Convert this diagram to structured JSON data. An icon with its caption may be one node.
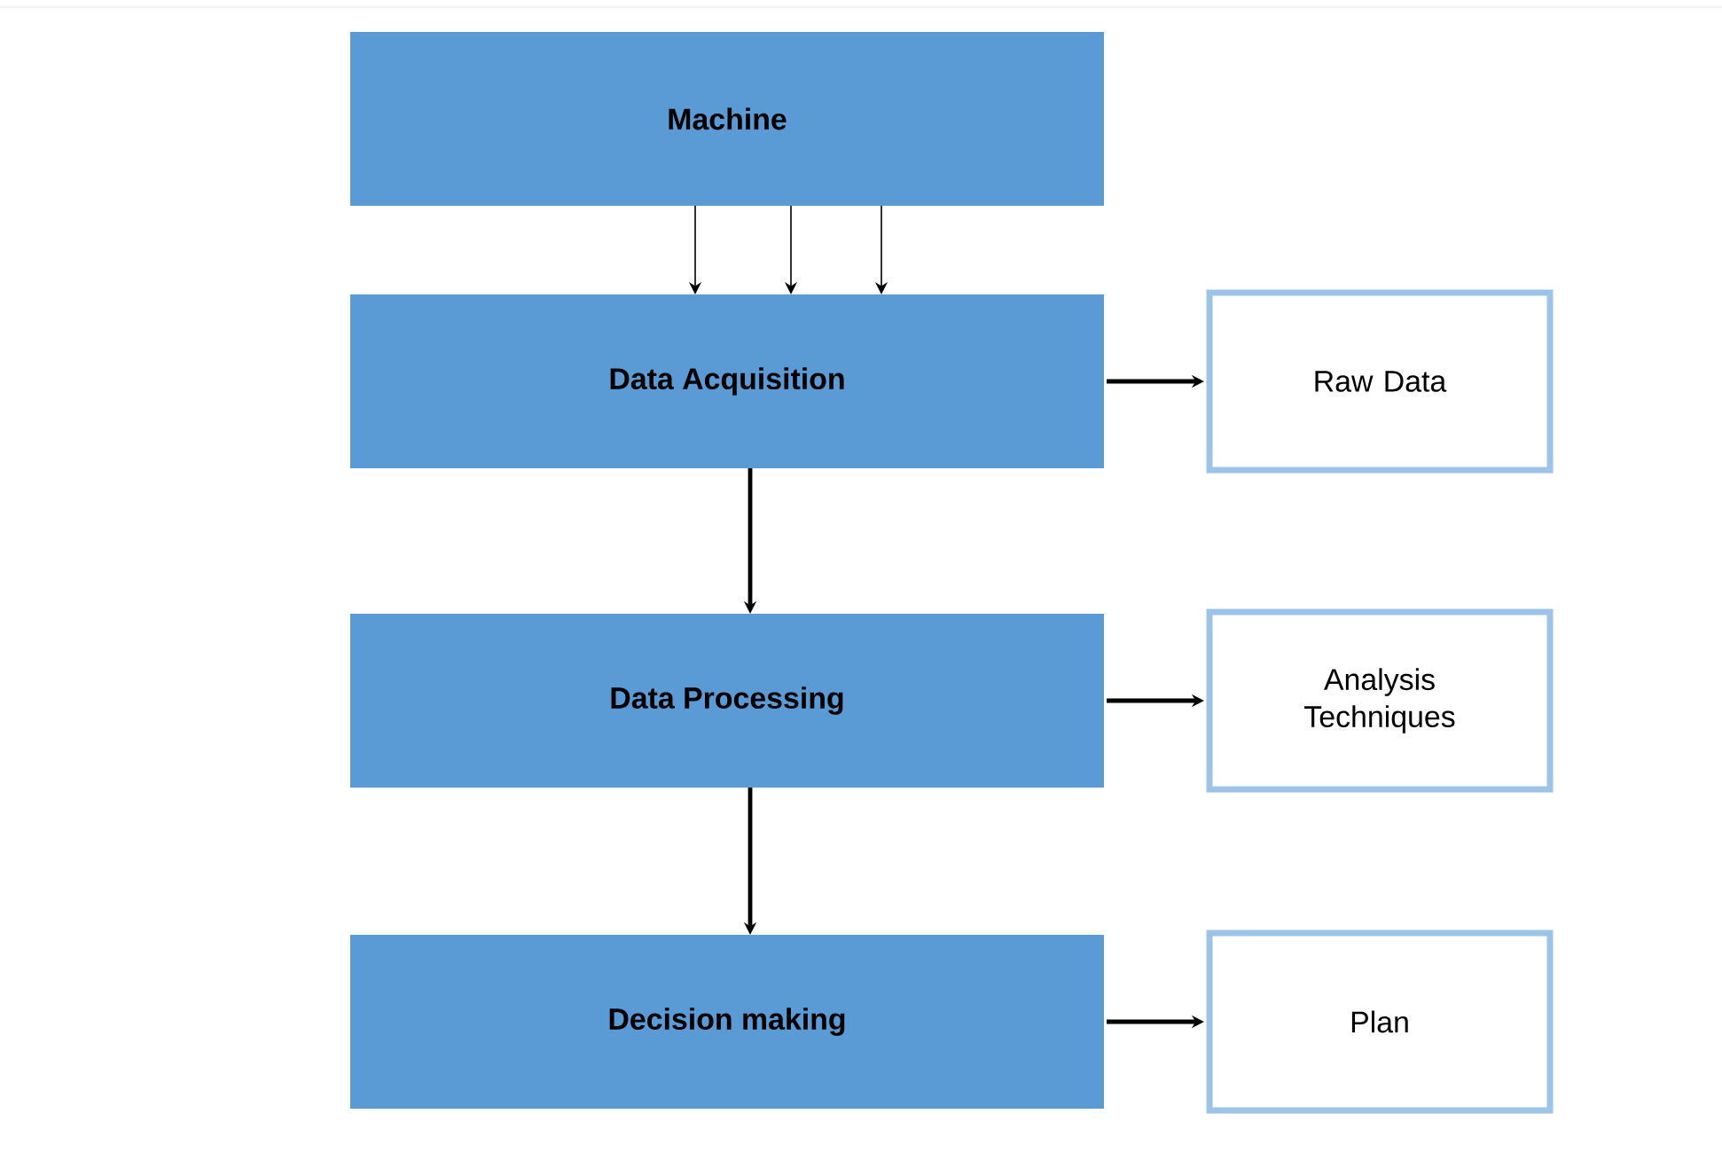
{
  "diagram": {
    "nodes": [
      {
        "text": [
          "Machine"
        ]
      },
      {
        "text": [
          "Data Acquisition"
        ]
      },
      {
        "text": [
          "Raw Data"
        ]
      },
      {
        "text": [
          "Data Processing"
        ]
      },
      {
        "text": [
          "Analysis Techniques"
        ]
      },
      {
        "text": [
          "Decision making"
        ]
      },
      {
        "text": [
          "Plan"
        ]
      }
    ],
    "edges": [
      {
        "from": 0,
        "to": 1,
        "arrow": "to"
      },
      {
        "from": 0,
        "to": 1,
        "arrow": "to"
      },
      {
        "from": 0,
        "to": 1,
        "arrow": "to"
      },
      {
        "from": 1,
        "to": 2,
        "arrow": "to"
      },
      {
        "from": 1,
        "to": 3,
        "arrow": "to"
      },
      {
        "from": 3,
        "to": 4,
        "arrow": "to"
      },
      {
        "from": 3,
        "to": 5,
        "arrow": "to"
      },
      {
        "from": 5,
        "to": 6,
        "arrow": "to"
      }
    ]
  }
}
